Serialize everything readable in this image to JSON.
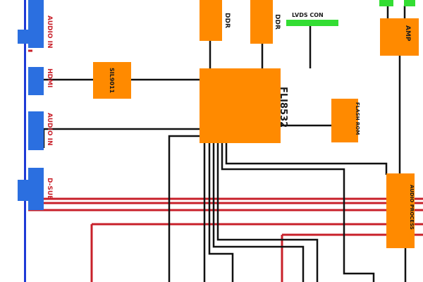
{
  "colors": {
    "block": "#ff8a00",
    "signal_black": "#111111",
    "signal_red": "#c8202a",
    "bus_blue": "#1e3ad6",
    "connector_blue": "#2b6fe0",
    "connector_green": "#33dd33"
  },
  "blocks": {
    "ddr1": "DDR",
    "ddr2": "DDR",
    "lvds_con": "LVDS CON",
    "sil9011": "SIL9011",
    "main_soc": "FLI8532",
    "flash_rom": "FLASH ROM",
    "amp": "AMP",
    "audio_process": "AUDIO PROCESS"
  },
  "connectors": {
    "audio_in_1": "AUDIO IN",
    "hdmi": "HDMI",
    "audio_in_2": "AUDIO IN",
    "dsub": "D-SUB"
  }
}
